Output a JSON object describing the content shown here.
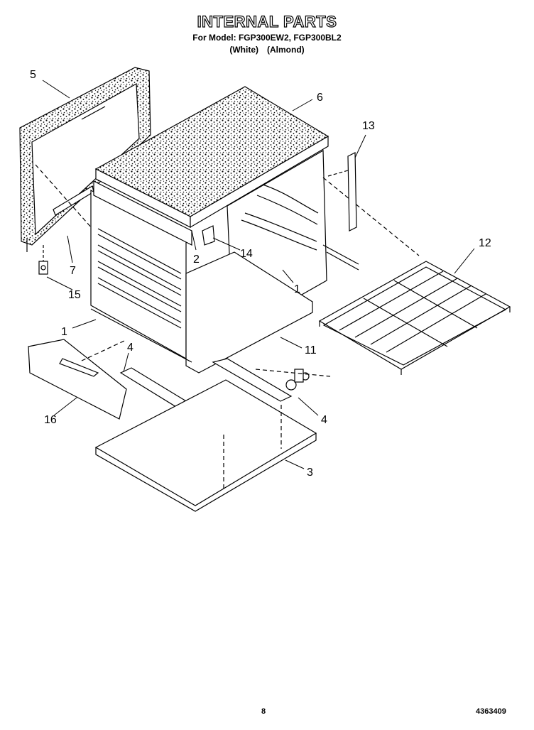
{
  "header": {
    "title": "INTERNAL PARTS",
    "model_line": "For Model: FGP300EW2, FGP300BL2",
    "color_white": "(White)",
    "color_almond": "(Almond)"
  },
  "callouts": [
    "5",
    "6",
    "13",
    "2",
    "14",
    "12",
    "7",
    "15",
    "1",
    "1",
    "11",
    "4",
    "4",
    "16",
    "3"
  ],
  "footer": {
    "page_number": "8",
    "doc_number": "4363409"
  }
}
